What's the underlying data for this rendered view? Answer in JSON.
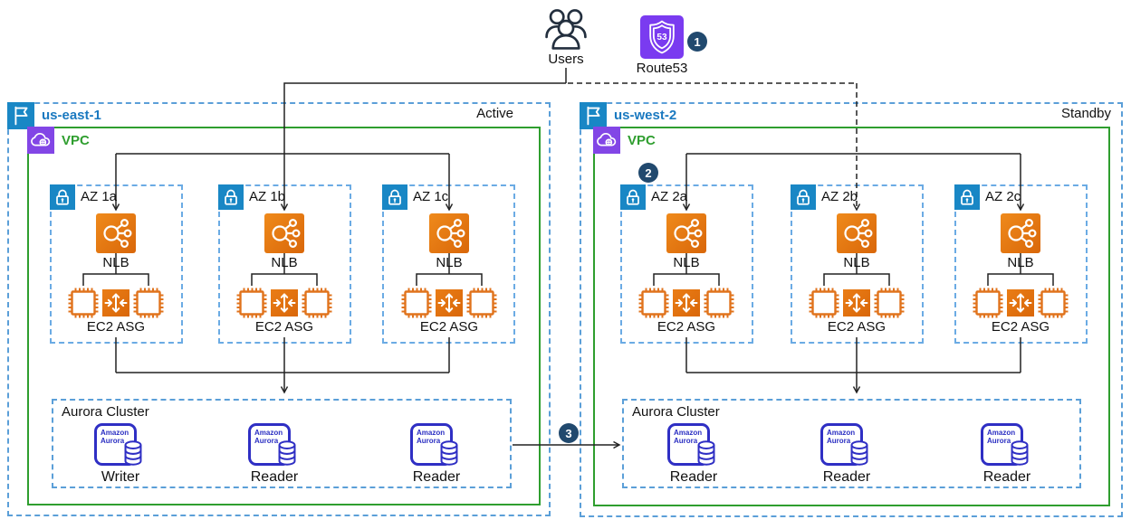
{
  "users": {
    "label": "Users"
  },
  "route53": {
    "label": "Route53"
  },
  "badges": [
    "1",
    "2",
    "3"
  ],
  "regions": [
    {
      "name": "us-east-1",
      "mode": "Active",
      "vpc": "VPC",
      "azs": [
        {
          "label": "AZ 1a",
          "nlb": "NLB",
          "asg": "EC2 ASG"
        },
        {
          "label": "AZ 1b",
          "nlb": "NLB",
          "asg": "EC2 ASG"
        },
        {
          "label": "AZ 1c",
          "nlb": "NLB",
          "asg": "EC2 ASG"
        }
      ],
      "aurora": {
        "title": "Aurora Cluster",
        "nodes": [
          {
            "icon_line1": "Amazon",
            "icon_line2": "Aurora",
            "role": "Writer"
          },
          {
            "icon_line1": "Amazon",
            "icon_line2": "Aurora",
            "role": "Reader"
          },
          {
            "icon_line1": "Amazon",
            "icon_line2": "Aurora",
            "role": "Reader"
          }
        ]
      }
    },
    {
      "name": "us-west-2",
      "mode": "Standby",
      "vpc": "VPC",
      "azs": [
        {
          "label": "AZ 2a",
          "nlb": "NLB",
          "asg": "EC2 ASG"
        },
        {
          "label": "AZ 2b",
          "nlb": "NLB",
          "asg": "EC2 ASG"
        },
        {
          "label": "AZ 2c",
          "nlb": "NLB",
          "asg": "EC2 ASG"
        }
      ],
      "aurora": {
        "title": "Aurora Cluster",
        "nodes": [
          {
            "icon_line1": "Amazon",
            "icon_line2": "Aurora",
            "role": "Reader"
          },
          {
            "icon_line1": "Amazon",
            "icon_line2": "Aurora",
            "role": "Reader"
          },
          {
            "icon_line1": "Amazon",
            "icon_line2": "Aurora",
            "role": "Reader"
          }
        ]
      }
    }
  ],
  "colors": {
    "region_blue": "#1a79c0",
    "region_border": "#5b9fd8",
    "vpc_green": "#2f9e2f",
    "az_border": "#6babe4",
    "aws_orange": "#e6750f",
    "aurora_indigo": "#2f2fc4",
    "badge_navy": "#21496e",
    "route53_purple": "#7a3bf0",
    "users_navy": "#232f3e"
  }
}
